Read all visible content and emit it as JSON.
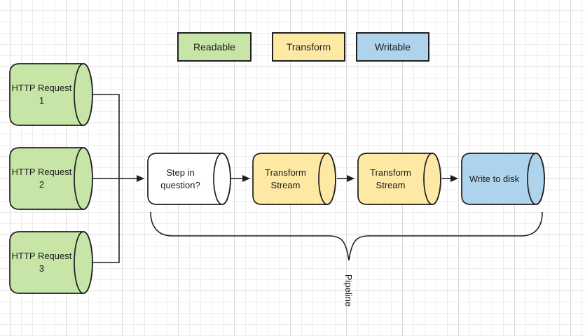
{
  "colors": {
    "readable_fill": "#c7e5a7",
    "transform_fill": "#fde9a4",
    "writable_fill": "#aed3ec",
    "neutral_fill": "#ffffff",
    "stroke": "#1f1f1f"
  },
  "legend": {
    "items": [
      {
        "label": "Readable"
      },
      {
        "label": "Transform"
      },
      {
        "label": "Writable"
      }
    ]
  },
  "sources": [
    {
      "label": "HTTP Request 1"
    },
    {
      "label": "HTTP Request 2"
    },
    {
      "label": "HTTP Request 3"
    }
  ],
  "pipeline": {
    "steps": [
      {
        "label": "Step in question?"
      },
      {
        "label": "Transform Stream"
      },
      {
        "label": "Transform Stream"
      },
      {
        "label": "Write to disk"
      }
    ],
    "brace_label": "Pipeline"
  }
}
